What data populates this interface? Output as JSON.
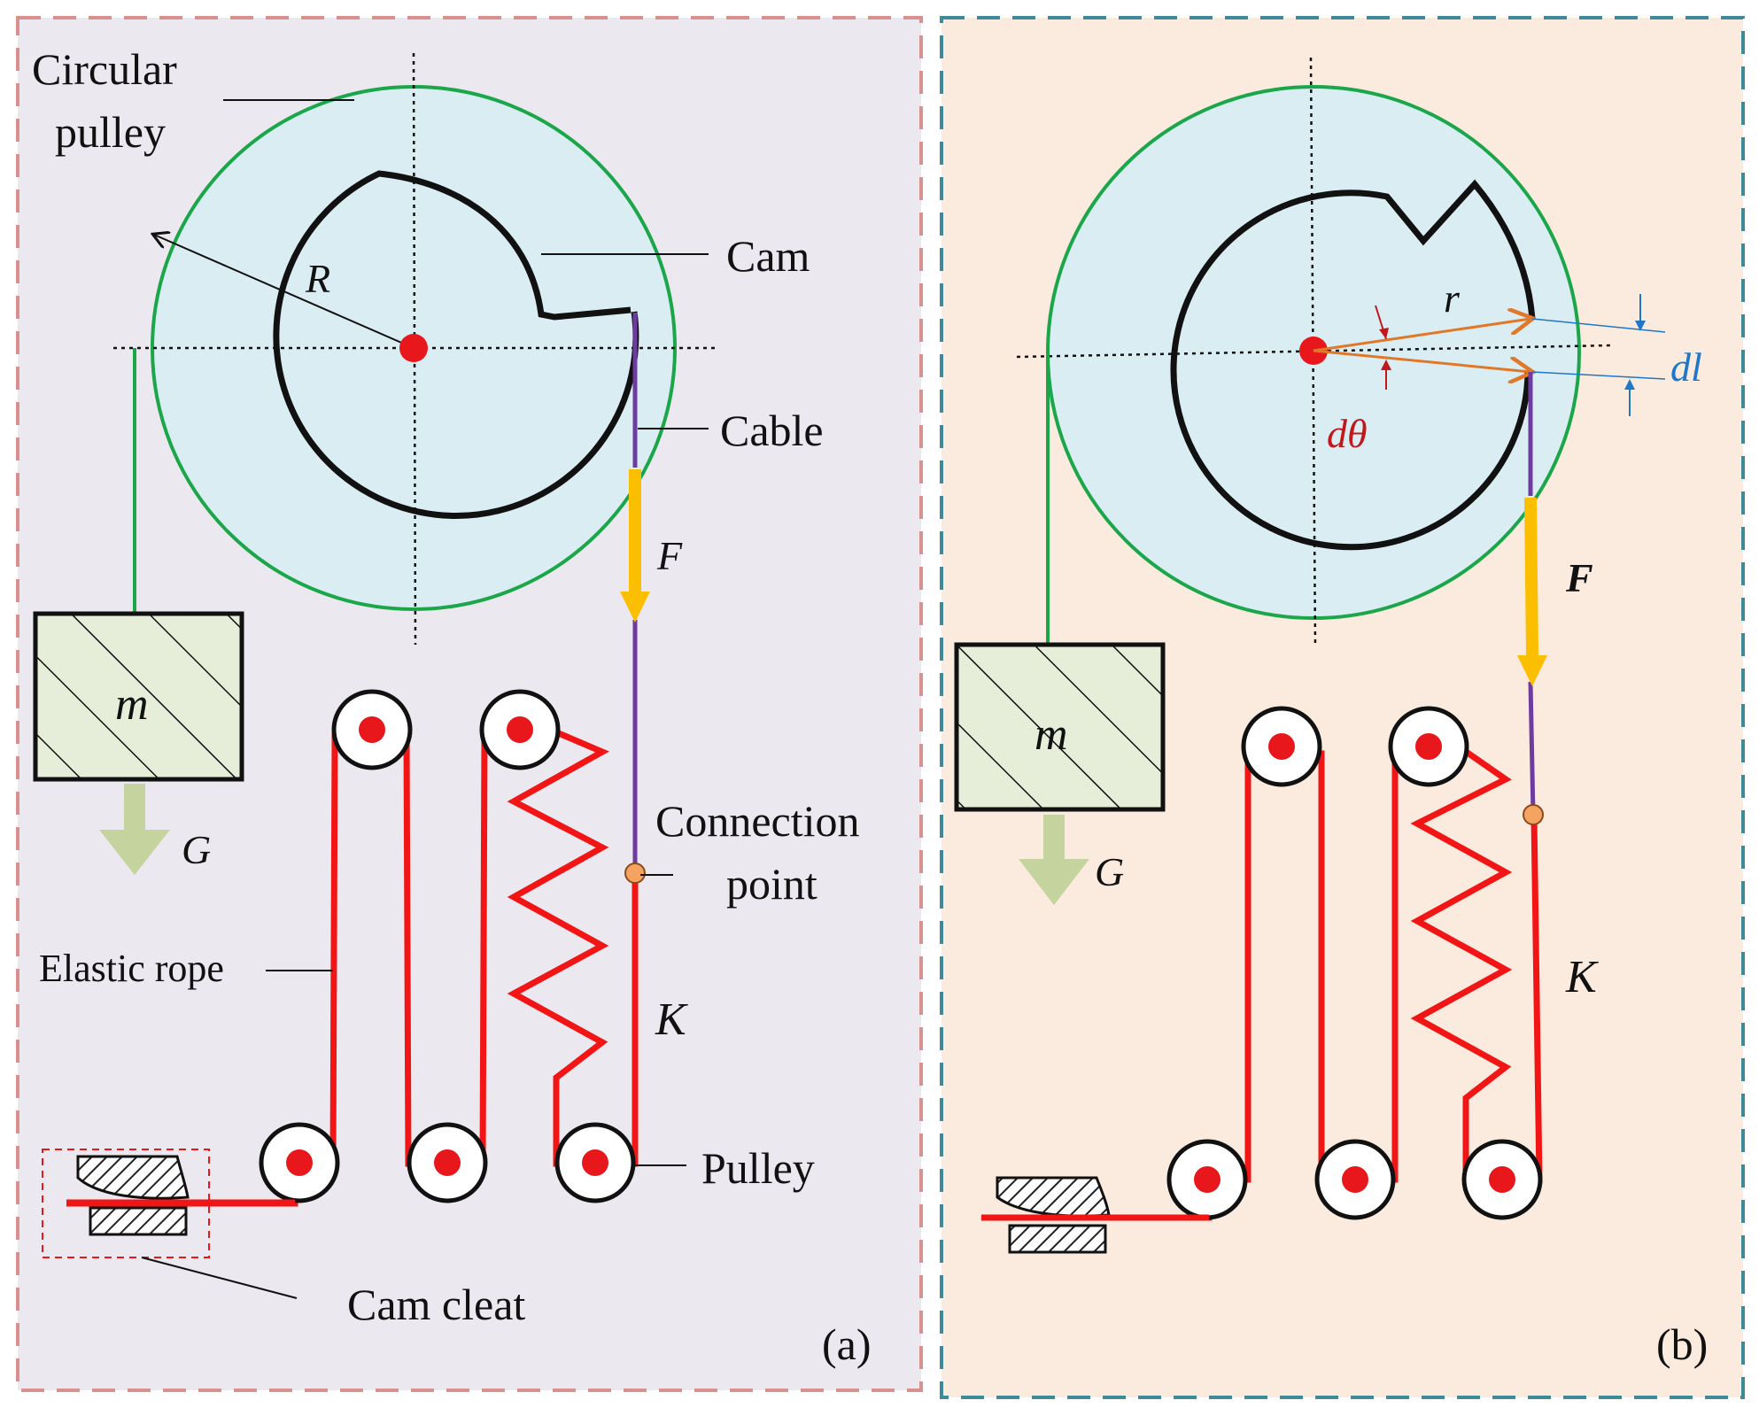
{
  "panel_a": {
    "caption": "(a)",
    "background": "#ECE8EF",
    "border_color": "#D8918E",
    "labels": {
      "circular_pulley_line1": "Circular",
      "circular_pulley_line2": "pulley",
      "cam": "Cam",
      "cable": "Cable",
      "radius": "R",
      "force": "F",
      "mass": "m",
      "gravity": "G",
      "connection_line1": "Connection",
      "connection_line2": "point",
      "elastic_rope": "Elastic rope",
      "stiffness": "K",
      "pulley": "Pulley",
      "cam_cleat": "Cam cleat"
    }
  },
  "panel_b": {
    "caption": "(b)",
    "background": "#FBEADE",
    "border_color": "#3E8A9A",
    "labels": {
      "radius": "r",
      "dl": "dl",
      "dtheta": "dθ",
      "force": "F",
      "mass": "m",
      "gravity": "G",
      "stiffness": "K"
    }
  },
  "colors": {
    "pulley_fill": "#DAEDF3",
    "pulley_rim": "#1BA64A",
    "cam": "#111111",
    "elastic_rope": "#F11515",
    "cable": "#6E3CA0",
    "force_arrow": "#FBBF00",
    "gravity_arrow": "#C5D49E",
    "mass_fill": "#E6EDD9",
    "connection_point": "#F4A460",
    "dl_color": "#1F77C8",
    "dtheta_color": "#C0181D",
    "radius_arrow": "#E0782A"
  }
}
